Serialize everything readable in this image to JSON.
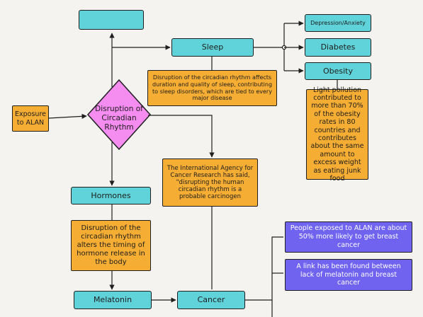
{
  "nodes": {
    "top_box": {
      "label": ""
    },
    "sleep": {
      "label": "Sleep"
    },
    "depression": {
      "label": "Depression/Anxiety"
    },
    "diabetes": {
      "label": "Diabetes"
    },
    "obesity": {
      "label": "Obesity"
    },
    "sleep_note": {
      "label": "Disruption of the circadian rhythm affects duration and quality of sleep, contributing to sleep disorders, which are tied to every major disease"
    },
    "obesity_note": {
      "label": "Light pollution contributed to more than 70% of the obesity rates in 80 countries and contributes about the same amount to excess weight as eating junk food"
    },
    "exposure": {
      "label": "Exposure to ALAN"
    },
    "disruption": {
      "label": "Disruption of Circadian Rhythm"
    },
    "iarc_note": {
      "label": "The International Agency for Cancer Research has said, \"disrupting the human circadian rhythm is a probable carcinogen"
    },
    "hormones": {
      "label": "Hormones"
    },
    "hormones_note": {
      "label": "Disruption of the circadian rhythm alters the timing of hormone release in the body"
    },
    "melatonin": {
      "label": "Melatonin"
    },
    "cancer": {
      "label": "Cancer"
    },
    "breast_cancer_1": {
      "label": "People exposed to ALAN are about 50% more likely to get breast cancer"
    },
    "breast_cancer_2": {
      "label": "A link has been found between lack of melatonin and breast cancer"
    }
  },
  "colors": {
    "teal": "#5fd3d9",
    "orange": "#f6ad33",
    "pink": "#f58cf0",
    "purple": "#6f63f0",
    "line": "#1f1f1f",
    "background": "#f4f3ef"
  }
}
